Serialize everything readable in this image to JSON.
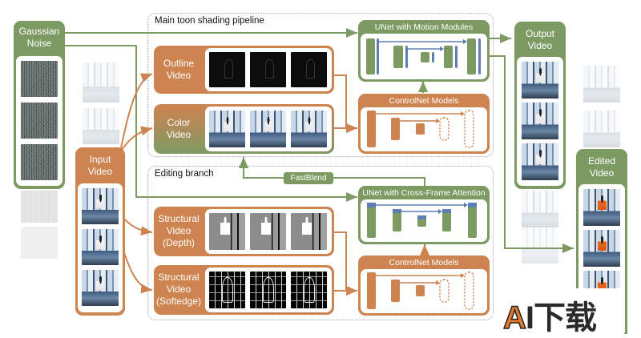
{
  "colors": {
    "green": "#7d9a63",
    "orange": "#cd8450",
    "blue": "#5b7fb5",
    "dotted_border": "#a3a3a3"
  },
  "sections": {
    "main": {
      "title": "Main toon shading pipeline"
    },
    "editing": {
      "title": "Editing branch"
    }
  },
  "blocks": {
    "gaussian_noise": {
      "line1": "Gaussian",
      "line2": "Noise"
    },
    "input_video": {
      "line1": "Input",
      "line2": "Video"
    },
    "outline_video": {
      "line1": "Outline",
      "line2": "Video"
    },
    "color_video": {
      "line1": "Color",
      "line2": "Video"
    },
    "structural_depth": {
      "line1": "Structural",
      "line2": "Video",
      "line3": "(Depth)"
    },
    "structural_softedge": {
      "line1": "Structural",
      "line2": "Video",
      "line3": "(Softedge)"
    },
    "unet_motion": {
      "title": "UNet with Motion Modules"
    },
    "controlnet_main": {
      "title": "ControlNet Models"
    },
    "unet_cross": {
      "title": "UNet with Cross-Frame Attention"
    },
    "controlnet_edit": {
      "title": "ControlNet Models"
    },
    "fastblend": {
      "label": "FastBlend"
    },
    "output_video": {
      "line1": "Output",
      "line2": "Video"
    },
    "edited_video": {
      "line1": "Edited",
      "line2": "Video"
    }
  },
  "watermark": {
    "a": "A",
    "rest": "I下载"
  }
}
